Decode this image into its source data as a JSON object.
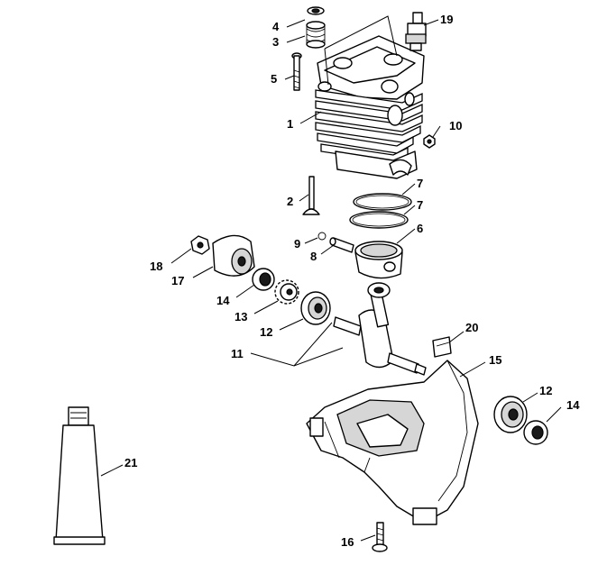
{
  "callouts": {
    "c1": "1",
    "c2": "2",
    "c3": "3",
    "c4": "4",
    "c5": "5",
    "c6": "6",
    "c7a": "7",
    "c7b": "7",
    "c8": "8",
    "c9": "9",
    "c10": "10",
    "c11": "11",
    "c12a": "12",
    "c12b": "12",
    "c13": "13",
    "c14a": "14",
    "c14b": "14",
    "c15": "15",
    "c16": "16",
    "c17": "17",
    "c18": "18",
    "c19": "19",
    "c20": "20",
    "c21": "21"
  }
}
